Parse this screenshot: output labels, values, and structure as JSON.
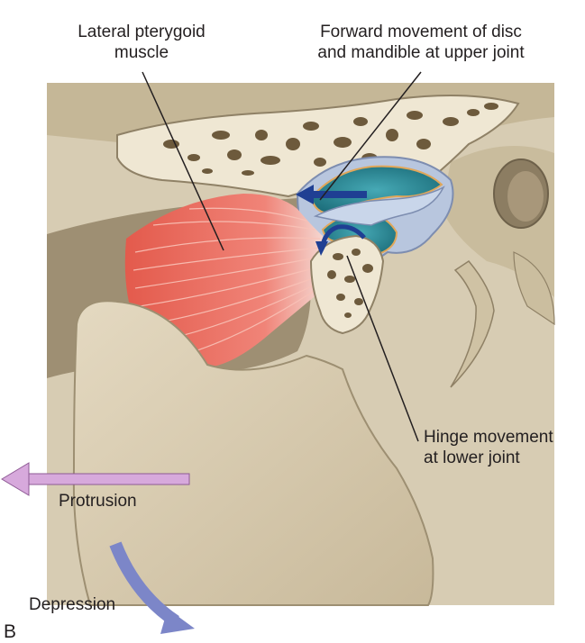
{
  "figure_letter": "B",
  "labels": {
    "lateral_pterygoid": [
      "Lateral pterygoid",
      "muscle"
    ],
    "forward_movement": [
      "Forward movement of disc",
      "and mandible at upper joint"
    ],
    "hinge_movement": [
      "Hinge movement",
      "at lower joint"
    ],
    "protrusion": "Protrusion",
    "depression": "Depression"
  },
  "colors": {
    "bone": "#d8ccb2",
    "bone_shadow": "#b9ab8d",
    "bone_light": "#ebe3cf",
    "cancellous_hole": "#6d5a3c",
    "cancellous_bg": "#f3ecd9",
    "muscle": "#e8675a",
    "muscle_fiber": "#f7b2a4",
    "synovial": "#2a8f9e",
    "disc": "#c7d3e6",
    "movement_arrow": "#1f3f93",
    "protrusion_arrow": "#c68ccb",
    "depression_arrow": "#7c86c8",
    "leader_line": "#231f20"
  }
}
